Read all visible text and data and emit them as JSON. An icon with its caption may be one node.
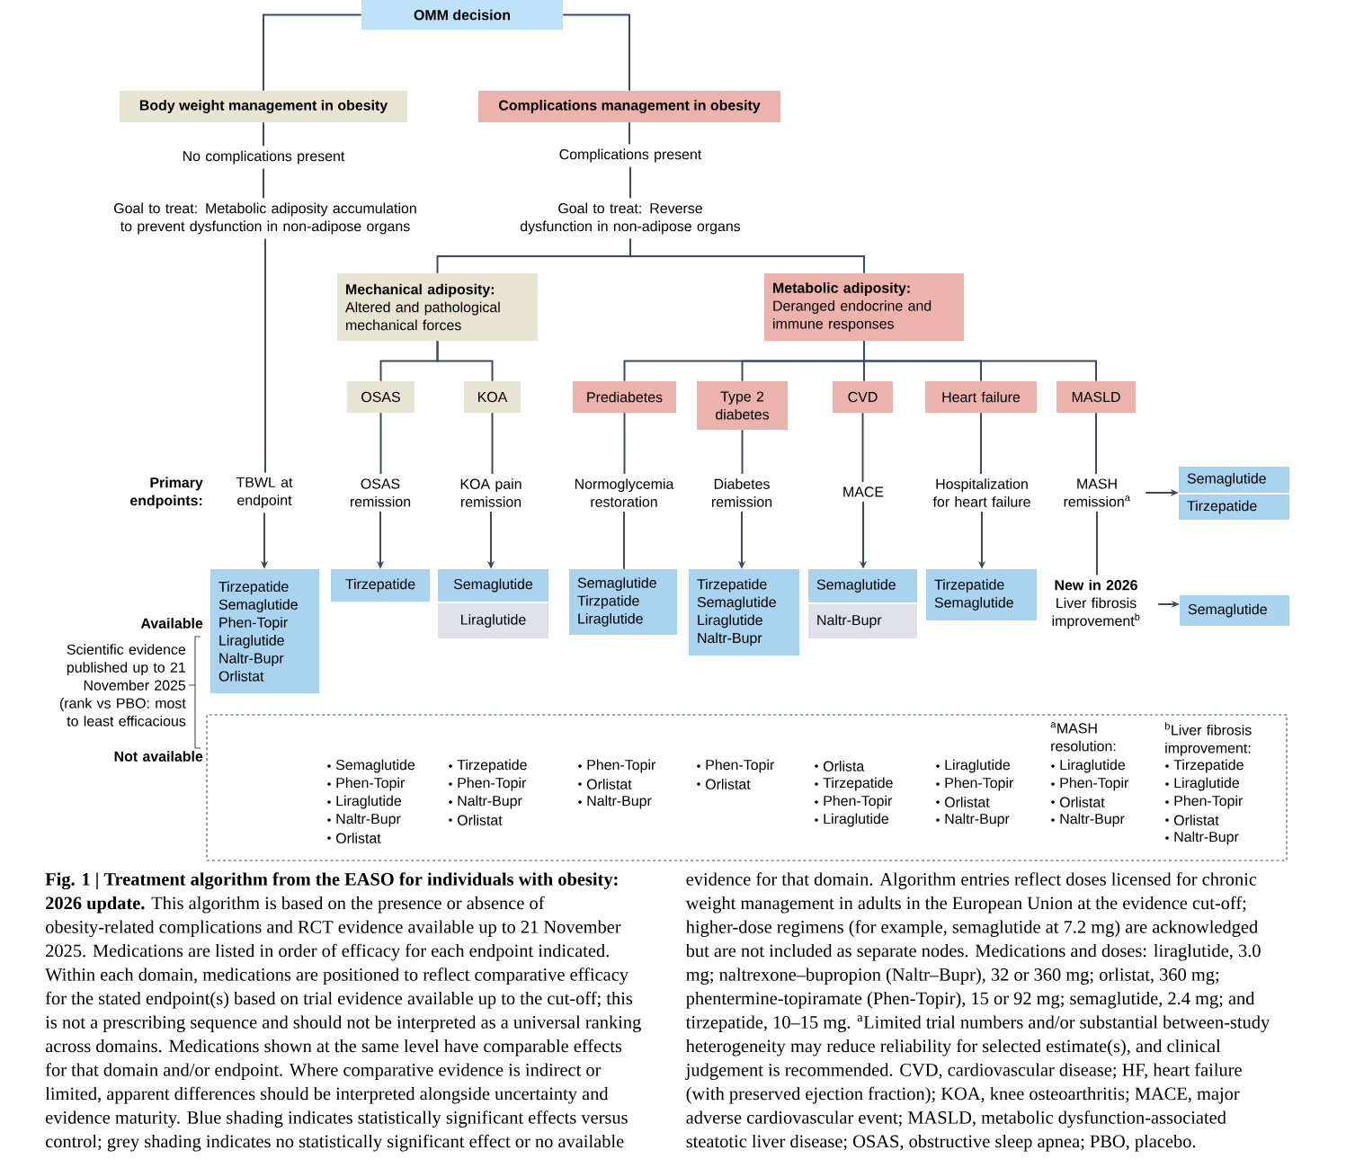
{
  "diagram": {
    "caption": "**Fig. 1 | Treatment algorithm from the EASO for individuals with obesity: 2026 update.** This algorithm is based on the presence or absence of obesity-related complications and RCT evidence available up to 21 November 2025. Medications are listed in order of efficacy for each endpoint indicated. Within each domain, medications are positioned to reflect comparative efficacy for the stated endpoint(s) based on trial evidence available up to the cut-off; this is not a prescribing sequence and should not be interpreted as a universal ranking across domains. Medications shown at the same level have comparable effects for that domain and/or endpoint. Where comparative evidence is indirect or limited, apparent differences should be interpreted alongside uncertainty and evidence maturity. Blue shading indicates statistically significant effects versus control; grey shading indicates no statistically significant effect or no available evidence for that domain. Algorithm entries reflect doses licensed for chronic weight management in adults in the European Union at the evidence cut-off; higher-dose regimens (for example, semaglutide at 7.2 mg) are acknowledged but are not included as separate nodes. Medications and doses: liraglutide, 3.0 mg; naltrexone–bupropion (Naltr–Bupr), 32 or 360 mg; orlistat, 360 mg; phentermine-topiramate (Phen-Topir), 15 or 92 mg; semaglutide, 2.4 mg; and tirzepatide, 10–15 mg. $^{a}$Limited trial numbers and/or substantial between-study heterogeneity may reduce reliability for selected estimate(s), and clinical judgement is recommended. CVD, cardiovascular disease; HF, heart failure (with preserved ejection fraction); KOA, knee osteoarthritis; MACE, major adverse cardiovascular event; MASLD, metabolic dysfunction-associated steatotic liver disease; OSAS, obstructive sleep apnea; PBO, placebo.",
    "nodes": [
      {
        "text": [
          "OMM decision"
        ]
      },
      {
        "text": [
          "Body weight management in obesity"
        ]
      },
      {
        "text": [
          "Complications management in obesity"
        ]
      },
      {
        "text": [
          "No complications present"
        ]
      },
      {
        "text": [
          "Goal to treat: Metabolic adiposity accumulation to prevent dysfunction in non-adipose organs"
        ]
      },
      {
        "text": [
          "Complications present"
        ]
      },
      {
        "text": [
          "Goal to treat: Reverse dysfunction in non-adipose organs"
        ]
      },
      {
        "text": [
          "Mechanical adiposity:",
          "Altered and pathological mechanical forces"
        ]
      },
      {
        "text": [
          "Metabolic adiposity:",
          "Deranged endocrine and immune responses"
        ]
      },
      {
        "text": [
          "OSAS"
        ]
      },
      {
        "text": [
          "KOA"
        ]
      },
      {
        "text": [
          "Prediabetes"
        ]
      },
      {
        "text": [
          "Type 2 diabetes"
        ]
      },
      {
        "text": [
          "CVD"
        ]
      },
      {
        "text": [
          "Heart failure"
        ]
      },
      {
        "text": [
          "MASLD"
        ]
      },
      {
        "text": [
          "TBWL at endpoint"
        ]
      },
      {
        "text": [
          "OSAS remission"
        ]
      },
      {
        "text": [
          "KOA pain remission"
        ]
      },
      {
        "text": [
          "Normoglycemia restoration"
        ]
      },
      {
        "text": [
          "Diabetes remission"
        ]
      },
      {
        "text": [
          "MACE"
        ]
      },
      {
        "text": [
          "Hospitalization for heart failure"
        ]
      },
      {
        "text": [
          "MASH remission$^{a}$"
        ]
      },
      {
        "text": [
          "Tirzepatide",
          "Semaglutide",
          "Phen-Topir",
          "Liraglutide",
          "Naltr-Bupr",
          "Orlistat"
        ]
      },
      {
        "text": [
          "Tirzepatide"
        ]
      },
      {
        "text": [
          "Semaglutide"
        ]
      },
      {
        "text": [
          "Liraglutide"
        ]
      },
      {
        "text": [
          "Semaglutide",
          "Tirzpatide",
          "Liraglutide"
        ]
      },
      {
        "text": [
          "Tirzepatide",
          "Semaglutide",
          "Liraglutide",
          "Naltr-Bupr"
        ]
      },
      {
        "text": [
          "Semaglutide"
        ]
      },
      {
        "text": [
          "Naltr-Bupr"
        ]
      },
      {
        "text": [
          "Tirzepatide",
          "Semaglutide"
        ]
      },
      {
        "text": [
          "New in 2026",
          "Liver fibrosis improvement$^{b}$"
        ]
      },
      {
        "text": [
          "Semaglutide"
        ]
      },
      {
        "text": [
          "Tirzepatide"
        ]
      },
      {
        "text": [
          "Semaglutide"
        ]
      },
      {
        "text": [
          "Semaglutide",
          "Phen-Topir",
          "Liraglutide",
          "Naltr-Bupr",
          "Orlistat",
          "Tirzepatide",
          "Phen-Topir",
          "Naltr-Bupr",
          "Orlistat",
          "Phen-Topir",
          "Orlistat",
          "Naltr-Bupr",
          "Phen-Topir",
          "Orlistat",
          "Orlista",
          "Tirzepatide",
          "Phen-Topir",
          "Liraglutide",
          "Liraglutide",
          "Phen-Topir",
          "Orlistat",
          "Naltr-Bupr",
          "$^{a}$MASH resolution:",
          "Liraglutide",
          "Phen-Topir",
          "Orlistat",
          "Naltr-Bupr",
          "$^{b}$Liver fibrosis improvement:",
          "Tirzepatide",
          "Liraglutide",
          "Phen-Topir",
          "Orlistat",
          "Naltr-Bupr"
        ]
      }
    ],
    "edges": [
      {
        "from": 0,
        "to": 1,
        "arrow": "none"
      },
      {
        "from": 0,
        "to": 2,
        "arrow": "none"
      },
      {
        "from": 1,
        "to": 3,
        "arrow": "none"
      },
      {
        "from": 3,
        "to": 4,
        "arrow": "none"
      },
      {
        "from": 4,
        "to": 16,
        "arrow": "none"
      },
      {
        "from": 16,
        "to": 24,
        "arrow": "to"
      },
      {
        "from": 2,
        "to": 5,
        "arrow": "none"
      },
      {
        "from": 5,
        "to": 6,
        "arrow": "none"
      },
      {
        "from": 6,
        "to": 7,
        "arrow": "none"
      },
      {
        "from": 6,
        "to": 8,
        "arrow": "none"
      },
      {
        "from": 7,
        "to": 9,
        "arrow": "none"
      },
      {
        "from": 7,
        "to": 10,
        "arrow": "none"
      },
      {
        "from": 8,
        "to": 11,
        "arrow": "none"
      },
      {
        "from": 8,
        "to": 12,
        "arrow": "none"
      },
      {
        "from": 8,
        "to": 13,
        "arrow": "none"
      },
      {
        "from": 8,
        "to": 14,
        "arrow": "none"
      },
      {
        "from": 8,
        "to": 15,
        "arrow": "none"
      },
      {
        "from": 9,
        "to": 17,
        "arrow": "none"
      },
      {
        "from": 10,
        "to": 18,
        "arrow": "none"
      },
      {
        "from": 11,
        "to": 19,
        "arrow": "none"
      },
      {
        "from": 12,
        "to": 20,
        "arrow": "none"
      },
      {
        "from": 13,
        "to": 21,
        "arrow": "none"
      },
      {
        "from": 14,
        "to": 22,
        "arrow": "none"
      },
      {
        "from": 15,
        "to": 23,
        "arrow": "none"
      },
      {
        "from": 17,
        "to": 25,
        "arrow": "to"
      },
      {
        "from": 18,
        "to": 26,
        "arrow": "to"
      },
      {
        "from": 19,
        "to": 28,
        "arrow": "none"
      },
      {
        "from": 20,
        "to": 29,
        "arrow": "to"
      },
      {
        "from": 21,
        "to": 30,
        "arrow": "to"
      },
      {
        "from": 22,
        "to": 32,
        "arrow": "to"
      },
      {
        "from": 23,
        "to": 33,
        "arrow": "none"
      },
      {
        "from": 23,
        "to": 34,
        "arrow": "to"
      },
      {
        "from": 33,
        "to": 36,
        "arrow": "to"
      }
    ],
    "labels": [
      "Primary endpoints:",
      "Available",
      "Scientific evidence published up to 21 November 2025 (rank vs PBO: most to least efficacious",
      "Not available"
    ]
  }
}
